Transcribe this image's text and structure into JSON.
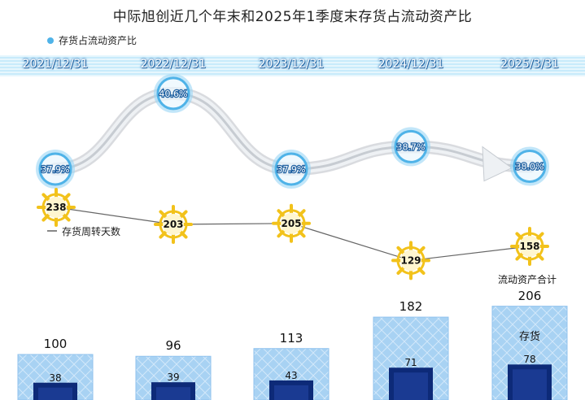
{
  "title": "中际旭创近几个年末和2025年1季度末存货占流动资产比",
  "legend": {
    "ratio_label": "存货占流动资产比",
    "turnover_label": "存货周转天数",
    "total_label": "流动资产合计",
    "inventory_label": "存货"
  },
  "colors": {
    "ratio_ring": "#4fb3e8",
    "bar_light": "#a8d2f3",
    "bar_dark": "#0d2a78",
    "wheel": "#f2c21b",
    "line": "#666666"
  },
  "chart_data": {
    "type": "bar",
    "categories": [
      "2021/12/31",
      "2022/12/31",
      "2023/12/31",
      "2024/12/31",
      "2025/3/31"
    ],
    "series": [
      {
        "name": "流动资产合计",
        "values": [
          100,
          96,
          113,
          182,
          206
        ]
      },
      {
        "name": "存货",
        "values": [
          38,
          39,
          43,
          71,
          78
        ]
      },
      {
        "name": "存货占流动资产比",
        "values": [
          "37.9%",
          "40.6%",
          "37.9%",
          "38.7%",
          "38.0%"
        ],
        "numeric": [
          37.9,
          40.6,
          37.9,
          38.7,
          38.0
        ]
      },
      {
        "name": "存货周转天数",
        "values": [
          238,
          203,
          205,
          129,
          158
        ]
      }
    ]
  }
}
